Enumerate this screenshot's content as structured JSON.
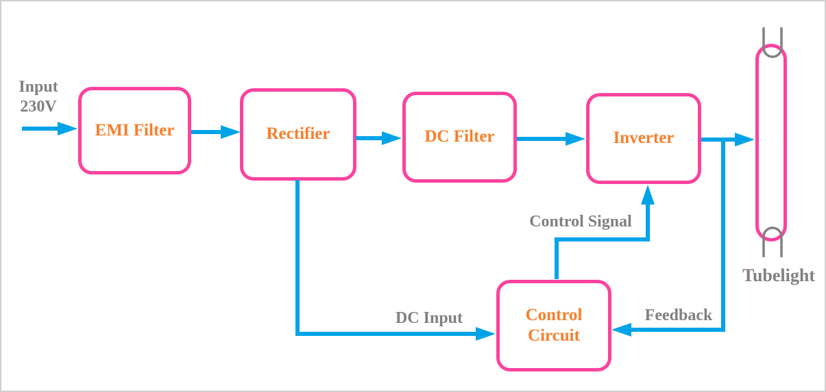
{
  "colors": {
    "box_border": "#fb429e",
    "box_text": "#f87f2c",
    "arrow": "#00a3e8",
    "label_text": "#808080",
    "canvas_border": "#cfcfcf"
  },
  "blocks": [
    {
      "id": "emi-filter",
      "label": "EMI Filter"
    },
    {
      "id": "rectifier",
      "label": "Rectifier"
    },
    {
      "id": "dc-filter",
      "label": "DC Filter"
    },
    {
      "id": "inverter",
      "label": "Inverter"
    },
    {
      "id": "control-circuit",
      "label": "Control Circuit"
    }
  ],
  "labels": {
    "input_line1": "Input",
    "input_line2": "230V",
    "control_signal": "Control Signal",
    "dc_input": "DC Input",
    "feedback": "Feedback",
    "tubelight": "Tubelight"
  },
  "icons": [
    {
      "name": "tubelight-shape",
      "meaning": "fluorescent tube lamp symbol"
    },
    {
      "name": "tubelight-electrode-top",
      "meaning": "lamp filament electrode"
    },
    {
      "name": "tubelight-electrode-bottom",
      "meaning": "lamp filament electrode"
    }
  ]
}
